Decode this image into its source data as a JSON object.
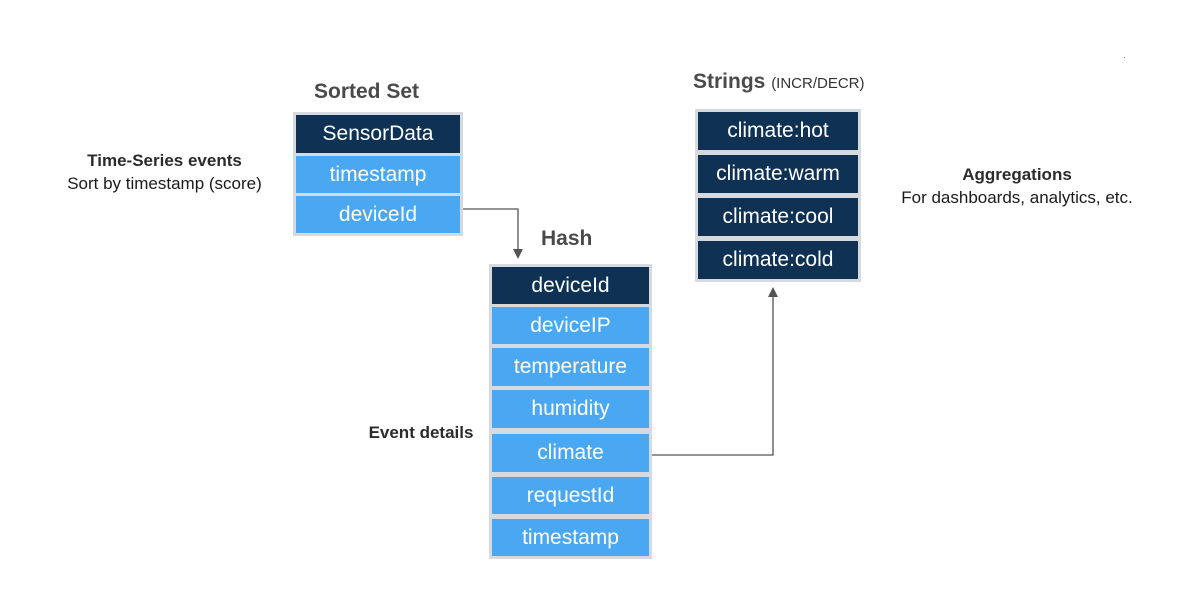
{
  "sorted_set": {
    "title": "Sorted Set",
    "cells": [
      "SensorData",
      "timestamp",
      "deviceId"
    ],
    "note_title": "Time-Series events",
    "note_text": "Sort by timestamp (score)"
  },
  "hash": {
    "title": "Hash",
    "cells": [
      "deviceId",
      "deviceIP",
      "temperature",
      "humidity",
      "climate",
      "requestId",
      "timestamp"
    ],
    "note_title": "Event details"
  },
  "strings": {
    "title": "Strings",
    "subtitle": "(INCR/DECR)",
    "cells": [
      "climate:hot",
      "climate:warm",
      "climate:cool",
      "climate:cold"
    ],
    "note_title": "Aggregations",
    "note_text": "For dashboards, analytics, etc."
  },
  "colors": {
    "header_dark": "#0e3154",
    "field_light": "#4aa8f2",
    "border": "#d6d9dd",
    "connector": "#555555"
  }
}
